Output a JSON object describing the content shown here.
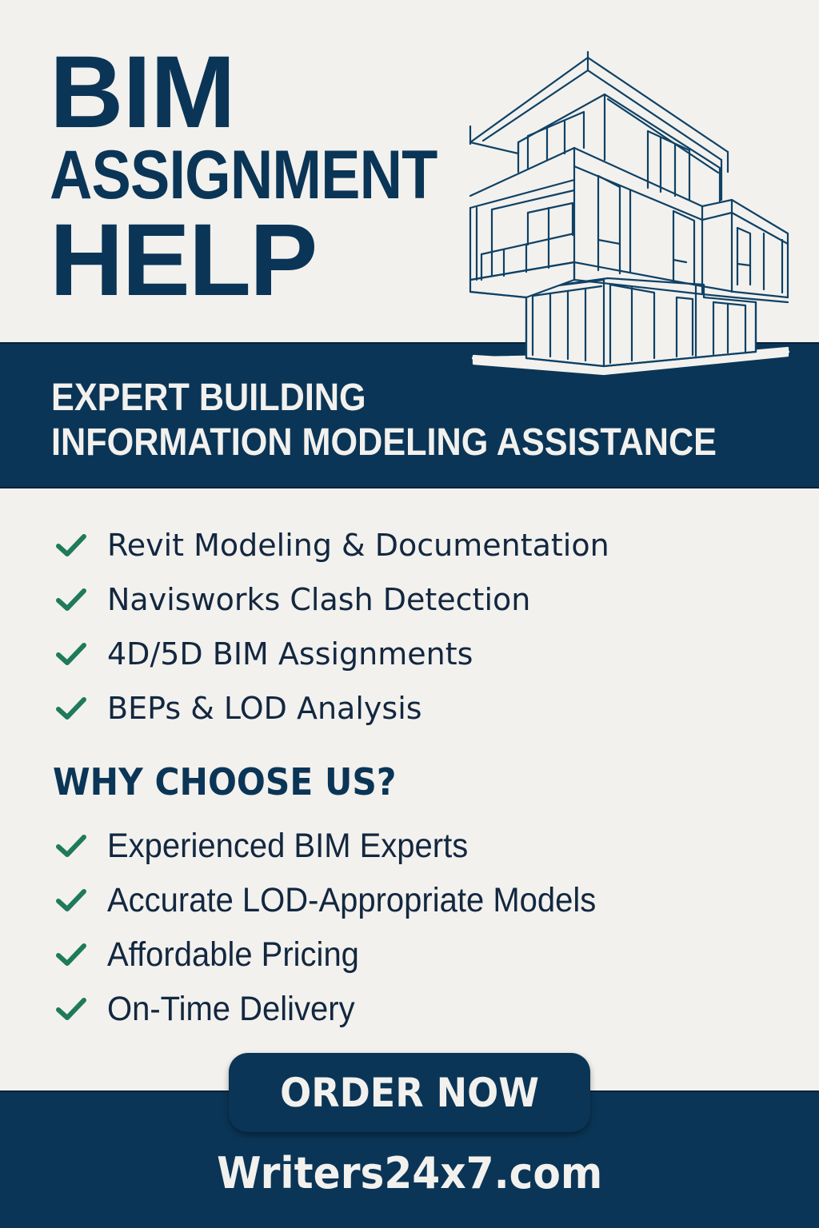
{
  "header": {
    "title_line1": "BIM",
    "title_line2": "ASSIGNMENT",
    "title_line3": "HELP"
  },
  "band": {
    "line1": "EXPERT BUILDING",
    "line2": "INFORMATION MODELING ASSISTANCE"
  },
  "illustration": {
    "icon": "building-wireframe-icon"
  },
  "services": {
    "items": [
      {
        "icon": "check-icon",
        "label": "Revit Modeling & Documentation"
      },
      {
        "icon": "check-icon",
        "label": "Navisworks Clash Detection"
      },
      {
        "icon": "check-icon",
        "label": "4D/5D BIM Assignments"
      },
      {
        "icon": "check-icon",
        "label": "BEPs & LOD Analysis"
      }
    ]
  },
  "why": {
    "heading": "WHY CHOOSE US?",
    "items": [
      {
        "icon": "check-icon",
        "label": "Experienced BIM Experts"
      },
      {
        "icon": "check-icon",
        "label": "Accurate LOD-Appropriate Models"
      },
      {
        "icon": "check-icon",
        "label": "Affordable Pricing"
      },
      {
        "icon": "check-icon",
        "label": "On-Time Delivery"
      }
    ]
  },
  "cta": {
    "button_label": "ORDER NOW",
    "website": "Writers24x7.com"
  },
  "colors": {
    "background": "#f2f1ee",
    "navy": "#0b3556",
    "check_green": "#1f7a5c",
    "body_text": "#13273f"
  }
}
